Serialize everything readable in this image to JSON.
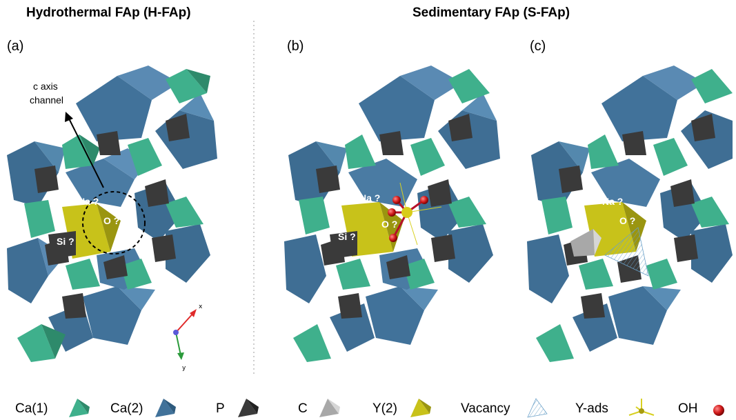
{
  "headers": {
    "left": "Hydrothermal FAp (H-FAp)",
    "right": "Sedimentary FAp (S-FAp)"
  },
  "panels": [
    {
      "label": "(a)",
      "annotations": {
        "na": "Na ?",
        "o": "O ?",
        "si": "Si ?"
      }
    },
    {
      "label": "(b)",
      "annotations": {
        "na": "Na ?",
        "o": "O ?",
        "si": "Si ?"
      }
    },
    {
      "label": "(c)",
      "annotations": {
        "na": "Na ?",
        "o": "O ?"
      }
    }
  ],
  "channel_label": [
    "c axis",
    "channel"
  ],
  "axes": {
    "x": "x",
    "y": "y"
  },
  "legend": [
    {
      "label": "Ca(1)",
      "icon": "ca1-tetrahedron-icon"
    },
    {
      "label": "Ca(2)",
      "icon": "ca2-tetrahedron-icon"
    },
    {
      "label": "P",
      "icon": "p-tetrahedron-icon"
    },
    {
      "label": "C",
      "icon": "c-tetrahedron-icon"
    },
    {
      "label": "Y(2)",
      "icon": "y2-tetrahedron-icon"
    },
    {
      "label": "Vacancy",
      "icon": "vacancy-icon"
    },
    {
      "label": "Y-ads",
      "icon": "y-ads-icon"
    },
    {
      "label": "OH",
      "icon": "oh-sphere-icon"
    }
  ],
  "colors": {
    "ca1": "#3fb08c",
    "ca2": "#3f6f95",
    "p": "#3a3a3a",
    "c": "#a8a8a8",
    "y2": "#c8c21a",
    "oh": "#d11a1a",
    "divider": "#bbbbbb"
  }
}
